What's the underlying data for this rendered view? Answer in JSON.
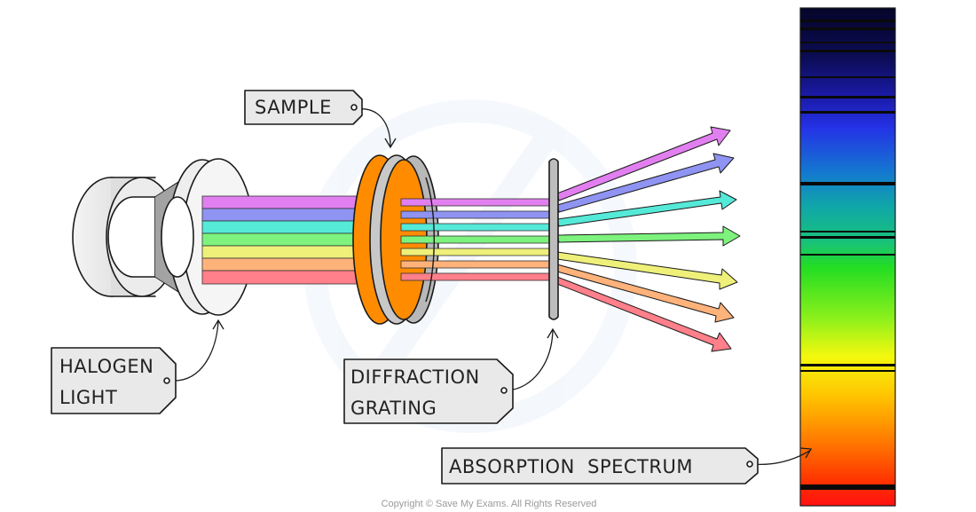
{
  "labels": {
    "sample": "SAMPLE",
    "halogen_line1": "HALOGEN",
    "halogen_line2": "LIGHT",
    "grating_line1": "DIFFRACTION",
    "grating_line2": "GRATING",
    "spectrum": "ABSORPTION  SPECTRUM"
  },
  "copyright": "Copyright © Save My Exams. All Rights Reserved",
  "colors": {
    "beams": [
      "#e27ff0",
      "#8f93f2",
      "#55e9d8",
      "#7df27d",
      "#eef07a",
      "#ffb27a",
      "#ff7f8a"
    ],
    "sample_disc": "#ff8c00",
    "lamp_body": "#e6e6e6",
    "lamp_shade": "#a9a9a9",
    "grating": "#bdbdbd",
    "tag_fill": "#e9e9e9",
    "absorption_line": "#111111"
  },
  "icons": {
    "lamp": "halogen-lamp-icon",
    "sample": "sample-disc-icon",
    "grating": "diffraction-grating-icon"
  }
}
